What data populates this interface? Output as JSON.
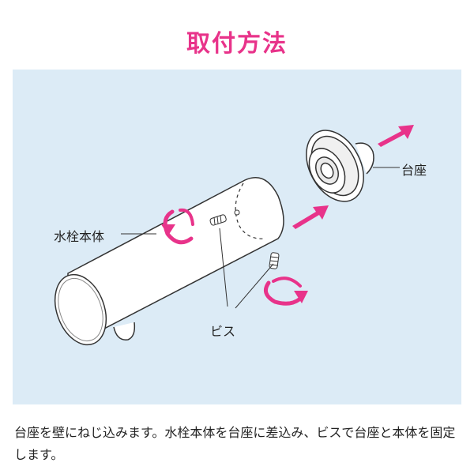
{
  "title": "取付方法",
  "labels": {
    "faucet_body": "水栓本体",
    "base": "台座",
    "screw": "ビス"
  },
  "caption": "台座を壁にねじ込みます。水栓本体を台座に差込み、ビスで台座と本体を固定します。",
  "colors": {
    "accent": "#e8338a",
    "panel": "#dcebf6",
    "line": "#333333"
  }
}
